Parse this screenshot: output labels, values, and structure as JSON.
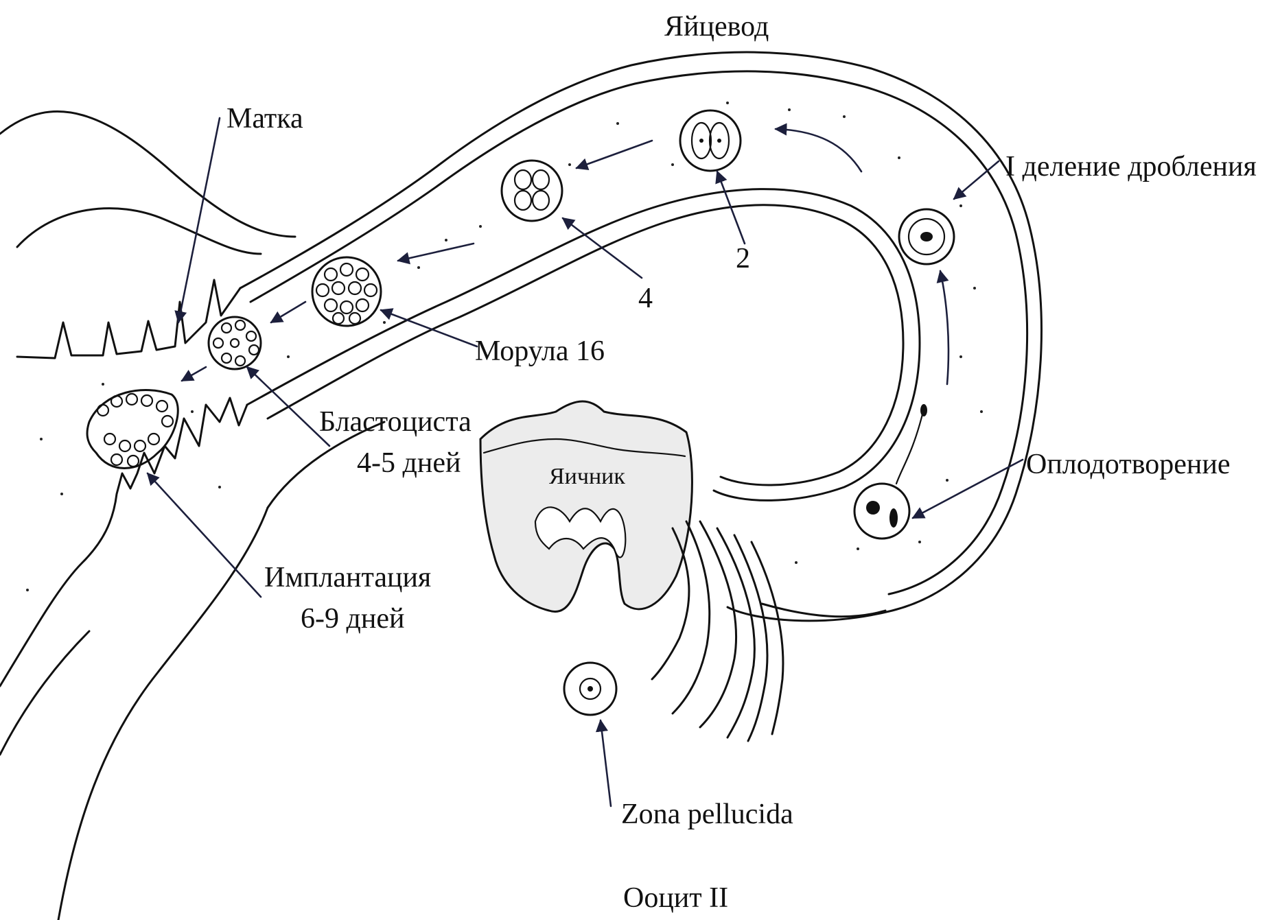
{
  "labels": {
    "oviduct": "Яйцевод",
    "uterus": "Матка",
    "first_cleavage": "I деление дробления",
    "stage_2": "2",
    "stage_4": "4",
    "morula": "Морула 16",
    "blastocyst_line1": "Бластоциста",
    "blastocyst_line2": "4-5 дней",
    "ovary": "Яичник",
    "fertilization": "Оплодотворение",
    "implantation_line1": "Имплантация",
    "implantation_line2": "6-9 дней",
    "zona": "Zona pellucida",
    "oocyte": "Ооцит II"
  },
  "colors": {
    "ink": "#111111",
    "leader": "#1c1f3c",
    "ovary_fill": "#ececec"
  }
}
